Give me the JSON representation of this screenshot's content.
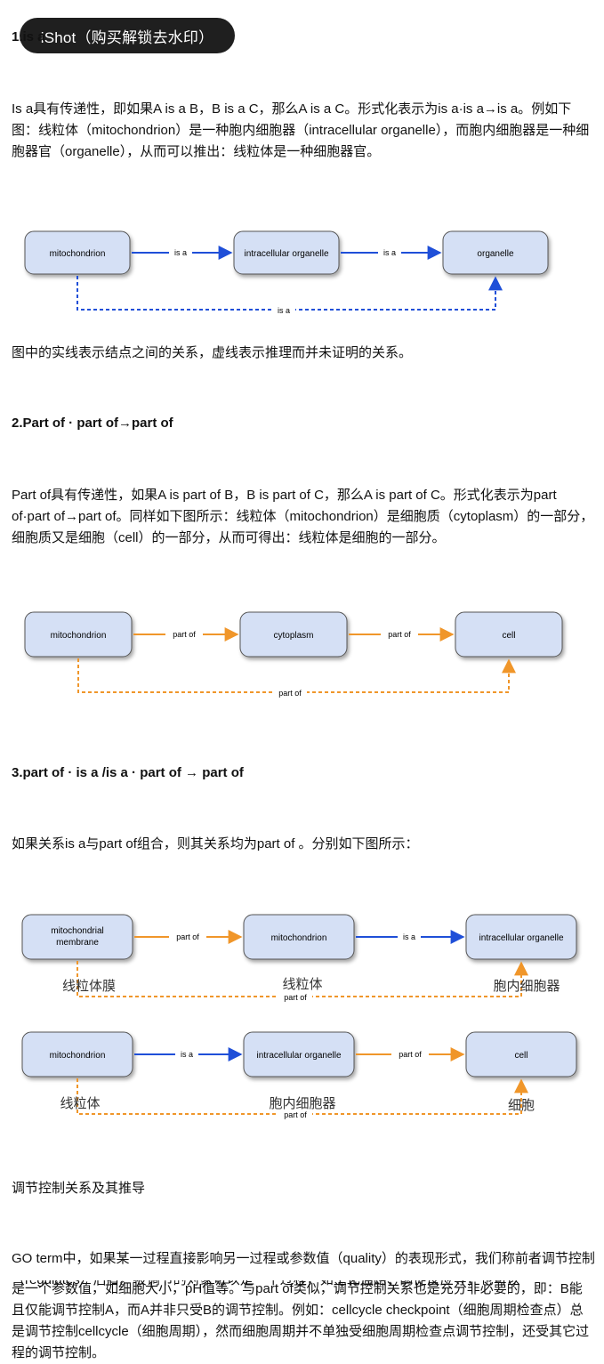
{
  "watermark": "iShot（购买解锁去水印）",
  "section1": {
    "heading": "1.is a",
    "para": "Is a具有传递性，即如果A is a B，B is a C，那么A is a C。形式化表示为is a·is a→is a。例如下图：线粒体（mitochondrion）是一种胞内细胞器（intracellular organelle），而胞内细胞器是一种细胞器官（organelle），从而可以推出：线粒体是一种细胞器官。",
    "diagram": {
      "nodes": [
        "mitochondrion",
        "intracellular organelle",
        "organelle"
      ],
      "edge_labels": [
        "is a",
        "is a"
      ],
      "inferred_label": "is a"
    },
    "note": "图中的实线表示结点之间的关系，虚线表示推理而并未证明的关系。"
  },
  "section2": {
    "heading": "2.Part of · part of→part of",
    "para": "Part of具有传递性，如果A is part of B，B is part of C，那么A is part of C。形式化表示为part of·part of→part of。同样如下图所示：线粒体（mitochondrion）是细胞质（cytoplasm）的一部分，细胞质又是细胞（cell）的一部分，从而可得出：线粒体是细胞的一部分。",
    "diagram": {
      "nodes": [
        "mitochondrion",
        "cytoplasm",
        "cell"
      ],
      "edge_labels": [
        "part of",
        "part of"
      ],
      "inferred_label": "part of"
    }
  },
  "section3": {
    "heading": "3.part of · is a /is a · part of → part of",
    "para": "如果关系is a与part of组合，则其关系均为part of 。分别如下图所示：",
    "diagram1": {
      "nodes": [
        "mitochondrial",
        "membrane",
        "mitochondrion",
        "intracellular organelle"
      ],
      "edge_labels": [
        "part of",
        "is a"
      ],
      "inferred_label": "part of",
      "cn_labels": [
        "线粒体膜",
        "线粒体",
        "胞内细胞器"
      ]
    },
    "diagram2": {
      "nodes": [
        "mitochondrion",
        "intracellular organelle",
        "cell"
      ],
      "edge_labels": [
        "is a",
        "part of"
      ],
      "inferred_label": "part of",
      "cn_labels": [
        "线粒体",
        "胞内细胞器",
        "细胞"
      ]
    }
  },
  "section4": {
    "heading": "调节控制关系及其推导",
    "para_clipped": "GO term中，如果某一过程直接影响另一过程或参数值（quality）的表现形式，我们称前者调节控制（regulates）后者。被调节的对象可以是一个过程，如生化通路、酶促反应等，也可以",
    "para": "是一个参数值，如细胞大小，pH值等。与part of类似，调节控制关系也是充分非必要的，即：B能且仅能调节控制A，而A并非只受B的调节控制。例如：cellcycle checkpoint（细胞周期检查点）总是调节控制cellcycle（细胞周期），然而细胞周期并不单独受细胞周期检查点调节控制，还受其它过程的调节控制。"
  },
  "colors": {
    "node_fill": "#d5e0f5",
    "node_border": "#555555",
    "is_a_blue": "#1f4fd8",
    "part_of_orange": "#f0962a"
  }
}
